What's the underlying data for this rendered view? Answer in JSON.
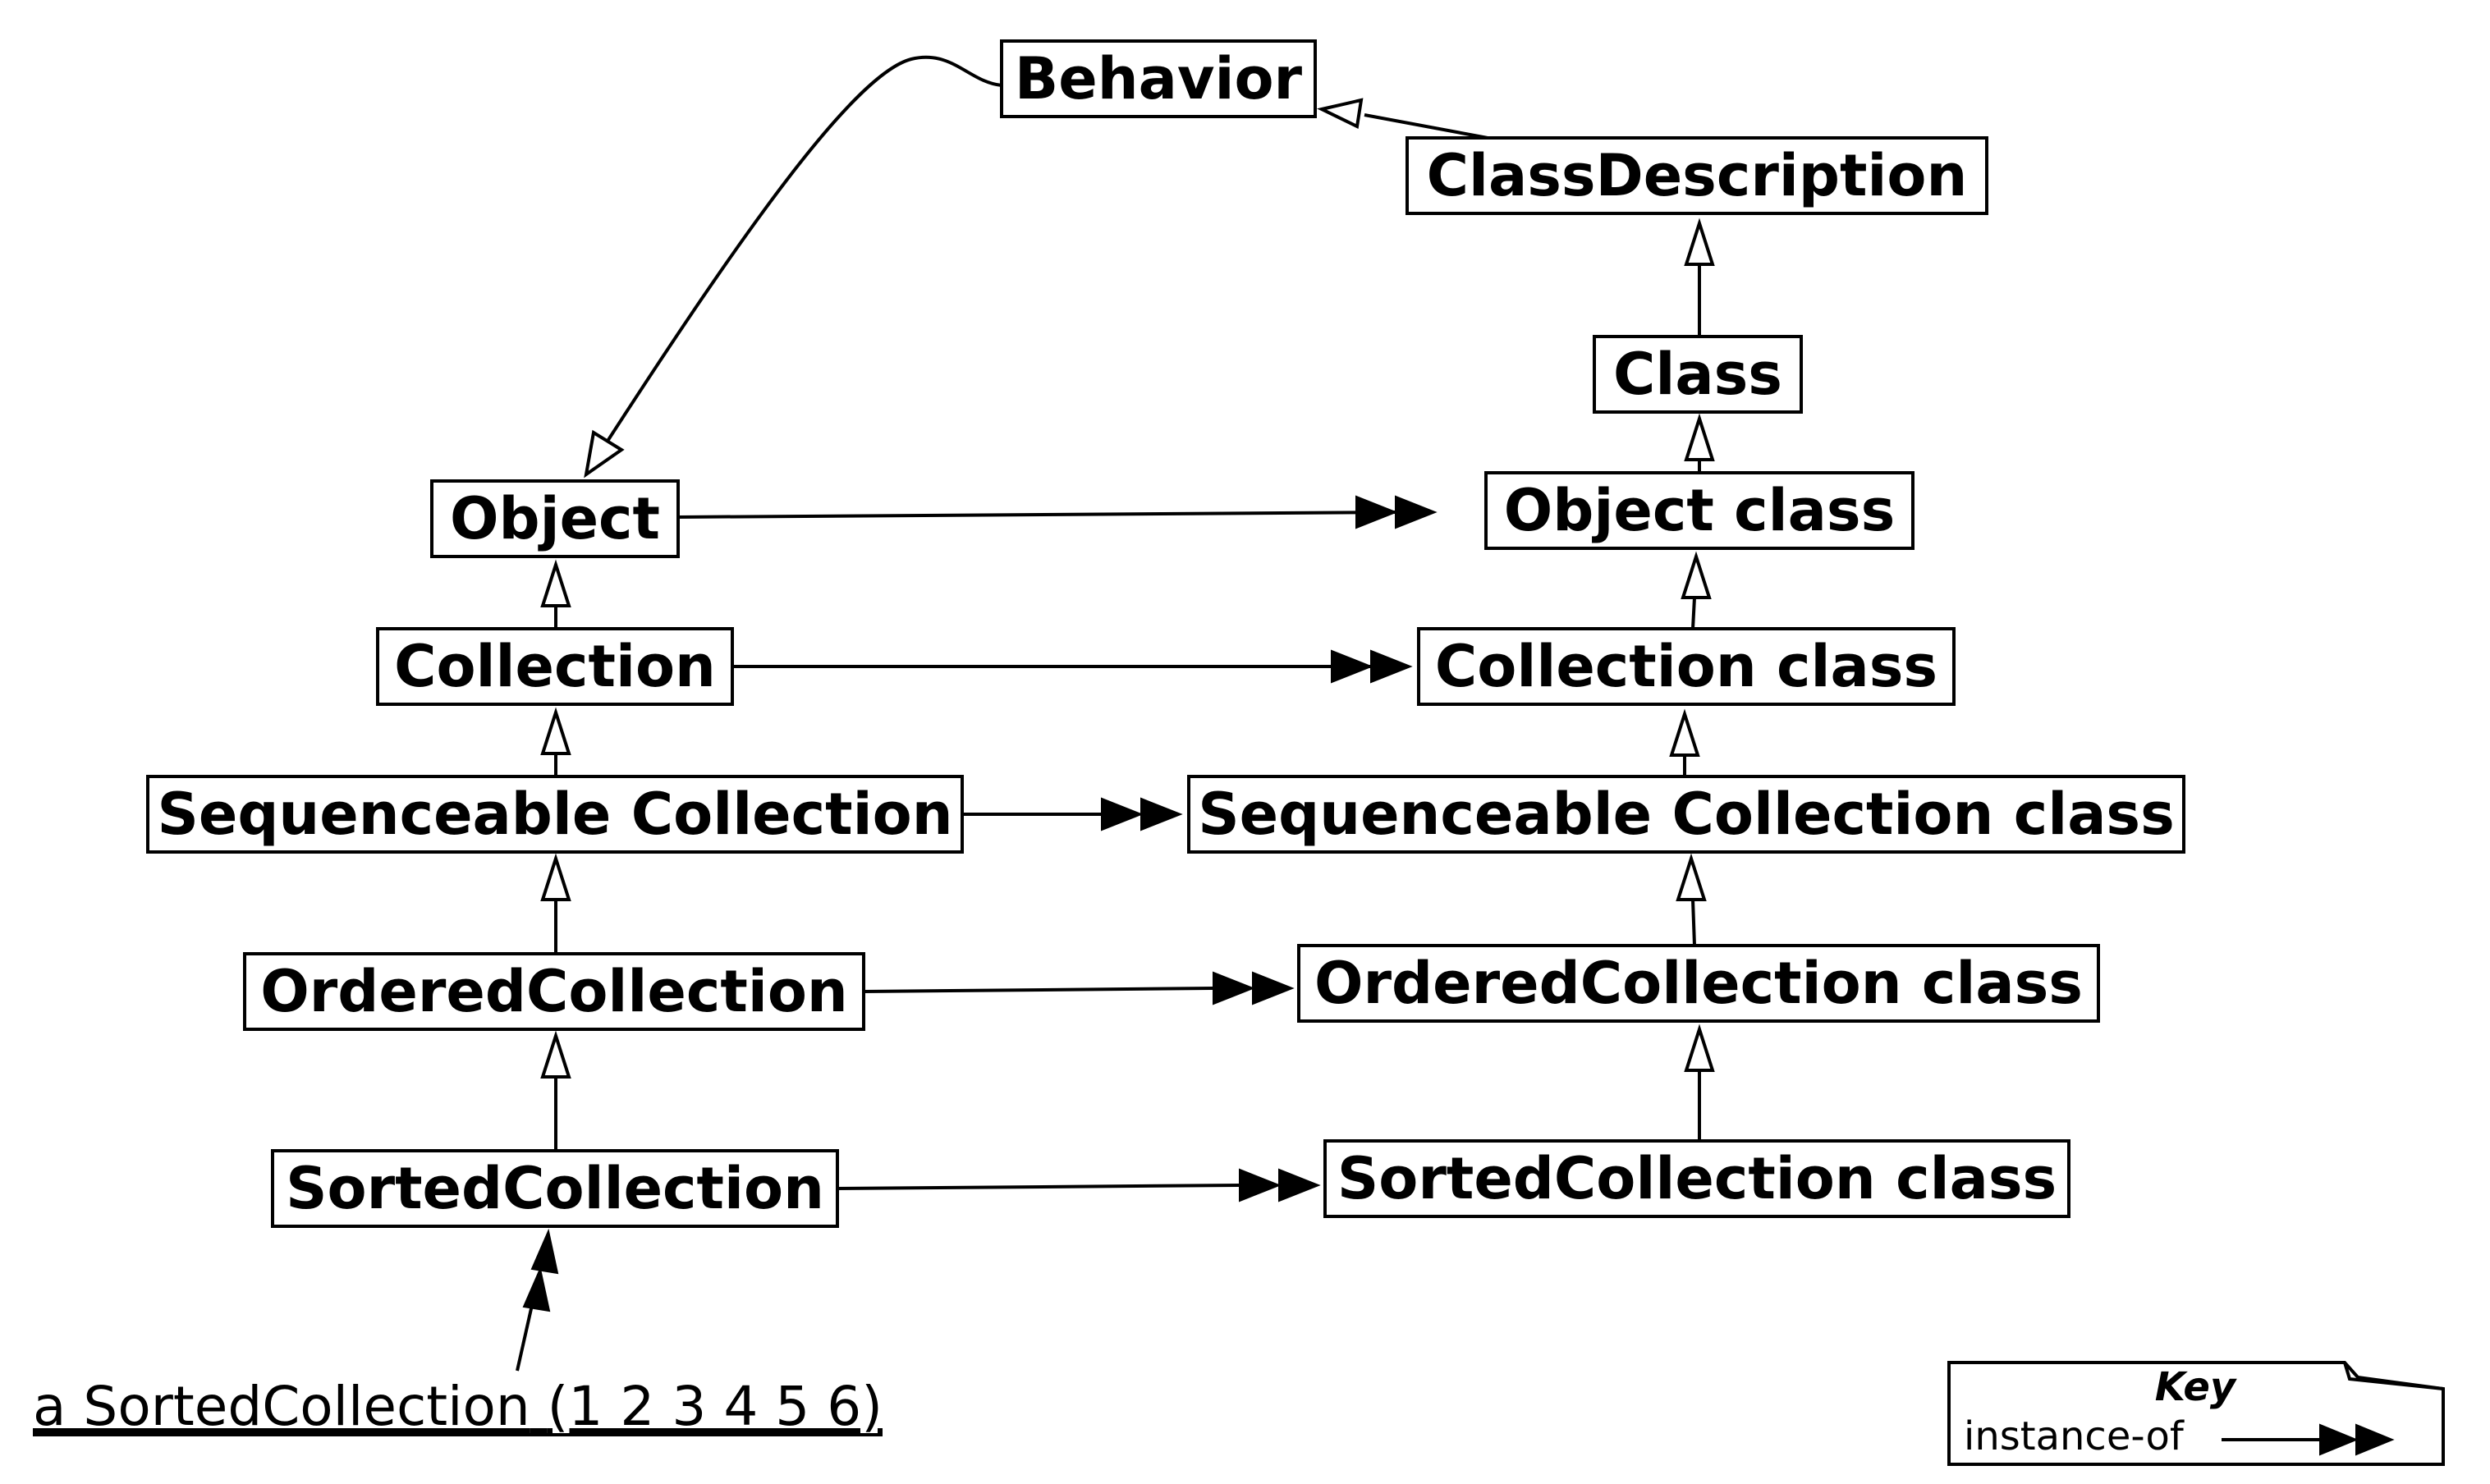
{
  "diagram": {
    "nodes": {
      "behavior": "Behavior",
      "class_description": "ClassDescription",
      "class": "Class",
      "object": "Object",
      "object_class": "Object class",
      "collection": "Collection",
      "collection_class": "Collection class",
      "sequenceable_collection": "Sequenceable Collection",
      "sequenceable_collection_class": "Sequenceable Collection class",
      "ordered_collection": "OrderedCollection",
      "ordered_collection_class": "OrderedCollection class",
      "sorted_collection": "SortedCollection",
      "sorted_collection_class": "SortedCollection class"
    },
    "instance": {
      "prefix": "a SortedCollection",
      "elements": "(1 2 3 4 5 6)"
    },
    "key": {
      "title": "Key",
      "instance_of_label": "instance-of"
    },
    "relations": {
      "inherits_from": [
        [
          "class_description",
          "behavior"
        ],
        [
          "class",
          "class_description"
        ],
        [
          "object_class",
          "class"
        ],
        [
          "collection_class",
          "object_class"
        ],
        [
          "sequenceable_collection_class",
          "collection_class"
        ],
        [
          "ordered_collection_class",
          "sequenceable_collection_class"
        ],
        [
          "sorted_collection_class",
          "ordered_collection_class"
        ],
        [
          "collection",
          "object"
        ],
        [
          "sequenceable_collection",
          "collection"
        ],
        [
          "ordered_collection",
          "sequenceable_collection"
        ],
        [
          "sorted_collection",
          "ordered_collection"
        ],
        [
          "behavior",
          "object"
        ]
      ],
      "instance_of": [
        [
          "object",
          "object_class"
        ],
        [
          "collection",
          "collection_class"
        ],
        [
          "sequenceable_collection",
          "sequenceable_collection_class"
        ],
        [
          "ordered_collection",
          "ordered_collection_class"
        ],
        [
          "sorted_collection",
          "sorted_collection_class"
        ],
        [
          "instance",
          "sorted_collection"
        ]
      ]
    }
  }
}
